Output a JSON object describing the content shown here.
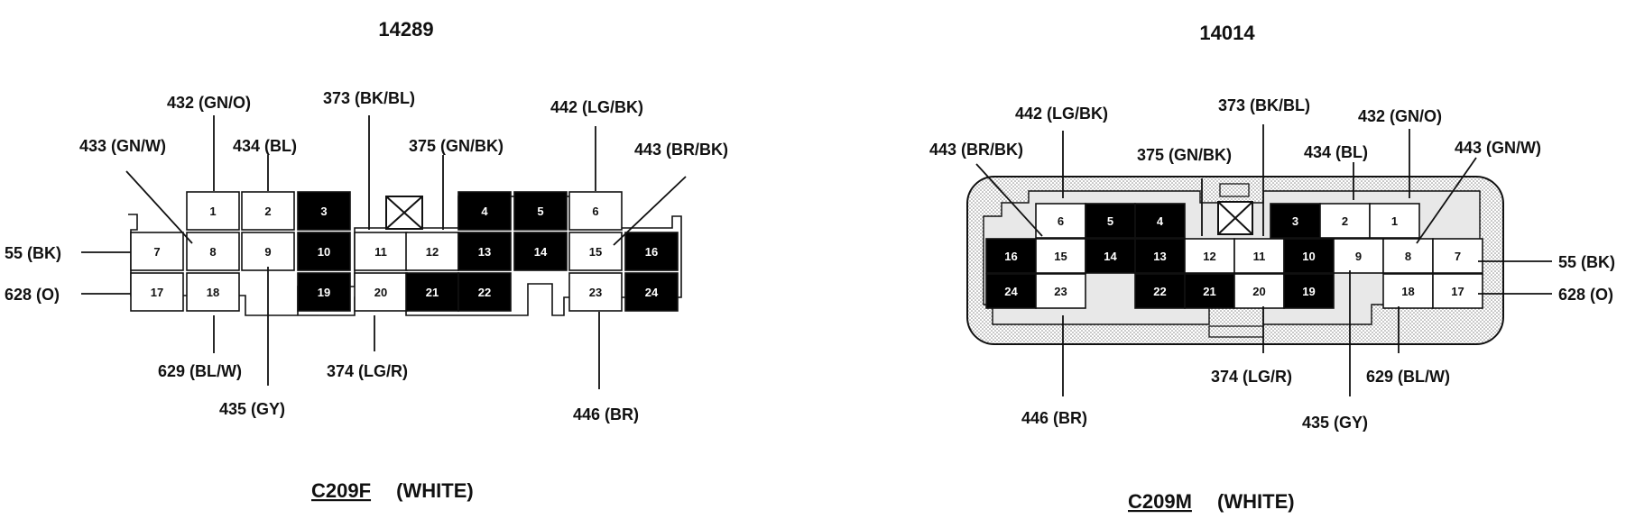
{
  "connectors": [
    {
      "id": "c209f",
      "part_number": "14289",
      "name": "C209F",
      "color": "(WHITE)",
      "pins": [
        {
          "n": "1",
          "filled": false
        },
        {
          "n": "2",
          "filled": false
        },
        {
          "n": "3",
          "filled": true
        },
        {
          "n": "4",
          "filled": true
        },
        {
          "n": "5",
          "filled": true
        },
        {
          "n": "6",
          "filled": false
        },
        {
          "n": "7",
          "filled": false
        },
        {
          "n": "8",
          "filled": false
        },
        {
          "n": "9",
          "filled": false
        },
        {
          "n": "10",
          "filled": true
        },
        {
          "n": "11",
          "filled": false
        },
        {
          "n": "12",
          "filled": false
        },
        {
          "n": "13",
          "filled": true
        },
        {
          "n": "14",
          "filled": true
        },
        {
          "n": "15",
          "filled": false
        },
        {
          "n": "16",
          "filled": true
        },
        {
          "n": "17",
          "filled": false
        },
        {
          "n": "18",
          "filled": false
        },
        {
          "n": "19",
          "filled": true
        },
        {
          "n": "20",
          "filled": false
        },
        {
          "n": "21",
          "filled": true
        },
        {
          "n": "22",
          "filled": true
        },
        {
          "n": "23",
          "filled": false
        },
        {
          "n": "24",
          "filled": true
        }
      ],
      "wires": [
        {
          "pin": "1",
          "label": "432 (GN/O)"
        },
        {
          "pin": "8",
          "label": "433 (GN/W)"
        },
        {
          "pin": "2",
          "label": "434 (BL)"
        },
        {
          "pin": "11",
          "label": "373 (BK/BL)"
        },
        {
          "pin": "12",
          "label": "375 (GN/BK)"
        },
        {
          "pin": "6",
          "label": "442 (LG/BK)"
        },
        {
          "pin": "15",
          "label": "443 (BR/BK)"
        },
        {
          "pin": "7",
          "label": "55 (BK)"
        },
        {
          "pin": "17",
          "label": "628 (O)"
        },
        {
          "pin": "18",
          "label": "629 (BL/W)"
        },
        {
          "pin": "9",
          "label": "435 (GY)"
        },
        {
          "pin": "20",
          "label": "374 (LG/R)"
        },
        {
          "pin": "23",
          "label": "446 (BR)"
        }
      ]
    },
    {
      "id": "c209m",
      "part_number": "14014",
      "name": "C209M",
      "color": "(WHITE)",
      "pins": [
        {
          "n": "6",
          "filled": false
        },
        {
          "n": "5",
          "filled": true
        },
        {
          "n": "4",
          "filled": true
        },
        {
          "n": "3",
          "filled": true
        },
        {
          "n": "2",
          "filled": false
        },
        {
          "n": "1",
          "filled": false
        },
        {
          "n": "16",
          "filled": true
        },
        {
          "n": "15",
          "filled": false
        },
        {
          "n": "14",
          "filled": true
        },
        {
          "n": "13",
          "filled": true
        },
        {
          "n": "12",
          "filled": false
        },
        {
          "n": "11",
          "filled": false
        },
        {
          "n": "10",
          "filled": true
        },
        {
          "n": "9",
          "filled": false
        },
        {
          "n": "8",
          "filled": false
        },
        {
          "n": "7",
          "filled": false
        },
        {
          "n": "24",
          "filled": true
        },
        {
          "n": "23",
          "filled": false
        },
        {
          "n": "22",
          "filled": true
        },
        {
          "n": "21",
          "filled": true
        },
        {
          "n": "20",
          "filled": false
        },
        {
          "n": "19",
          "filled": true
        },
        {
          "n": "18",
          "filled": false
        },
        {
          "n": "17",
          "filled": false
        }
      ],
      "wires": [
        {
          "pin": "15",
          "label": "443 (BR/BK)"
        },
        {
          "pin": "6",
          "label": "442 (LG/BK)"
        },
        {
          "pin": "12",
          "label": "375 (GN/BK)"
        },
        {
          "pin": "11",
          "label": "373 (BK/BL)"
        },
        {
          "pin": "2",
          "label": "434 (BL)"
        },
        {
          "pin": "1",
          "label": "432 (GN/O)"
        },
        {
          "pin": "8",
          "label": "443 (GN/W)"
        },
        {
          "pin": "7",
          "label": "55 (BK)"
        },
        {
          "pin": "17",
          "label": "628 (O)"
        },
        {
          "pin": "23",
          "label": "446 (BR)"
        },
        {
          "pin": "20",
          "label": "374 (LG/R)"
        },
        {
          "pin": "18",
          "label": "629 (BL/W)"
        },
        {
          "pin": "9",
          "label": "435 (GY)"
        }
      ]
    }
  ]
}
